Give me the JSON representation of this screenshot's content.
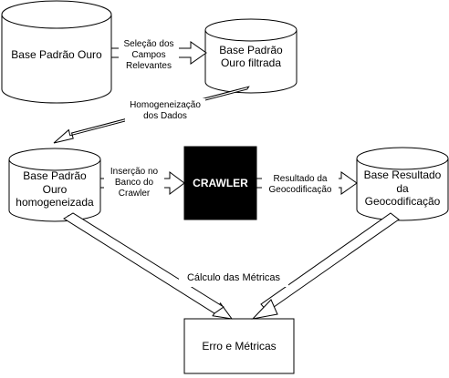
{
  "nodes": {
    "base_ouro": {
      "label": "Base Padrão Ouro"
    },
    "base_ouro_filtrada": {
      "label": "Base Padrão\nOuro filtrada"
    },
    "base_ouro_homogeneizada": {
      "label": "Base Padrão\nOuro\nhomogeneizada"
    },
    "crawler": {
      "label": "CRAWLER"
    },
    "base_resultado": {
      "label": "Base Resultado\nda\nGeocodificação"
    },
    "erro_metricas": {
      "label": "Erro e Métricas"
    }
  },
  "edges": {
    "selecao": {
      "label": "Seleção dos\nCampos\nRelevantes"
    },
    "homogeneizacao": {
      "label": "Homogeneização\ndos Dados"
    },
    "insercao": {
      "label": "Inserção no\nBanco do\nCrawler"
    },
    "resultado": {
      "label": "Resultado da\nGeocodificação"
    },
    "calculo": {
      "label": "Cálculo das Métricas"
    }
  },
  "colors": {
    "stroke": "#000000",
    "fill": "#ffffff",
    "crawler_fill": "#000000",
    "crawler_text": "#ffffff"
  }
}
